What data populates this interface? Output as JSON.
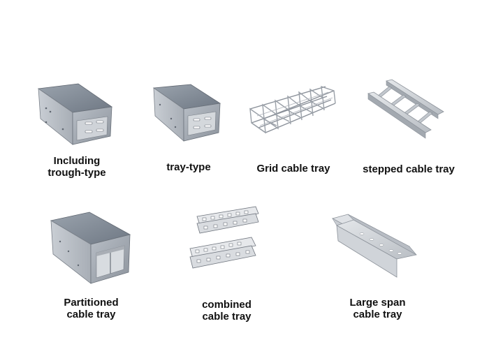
{
  "products": [
    {
      "label_lines": [
        "Including",
        "trough-type"
      ],
      "icon": "closed-trough-cable-tray"
    },
    {
      "label_lines": [
        "tray-type"
      ],
      "icon": "tray-type-cable-tray"
    },
    {
      "label_lines": [
        "Grid cable tray"
      ],
      "icon": "wire-mesh-cable-tray"
    },
    {
      "label_lines": [
        "stepped cable tray"
      ],
      "icon": "ladder-cable-tray"
    },
    {
      "label_lines": [
        "Partitioned",
        "cable tray"
      ],
      "icon": "partitioned-cable-tray"
    },
    {
      "label_lines": [
        "combined",
        "cable tray"
      ],
      "icon": "perforated-combined-cable-tray"
    },
    {
      "label_lines": [
        "Large span",
        "cable tray"
      ],
      "icon": "large-span-cable-tray"
    }
  ]
}
